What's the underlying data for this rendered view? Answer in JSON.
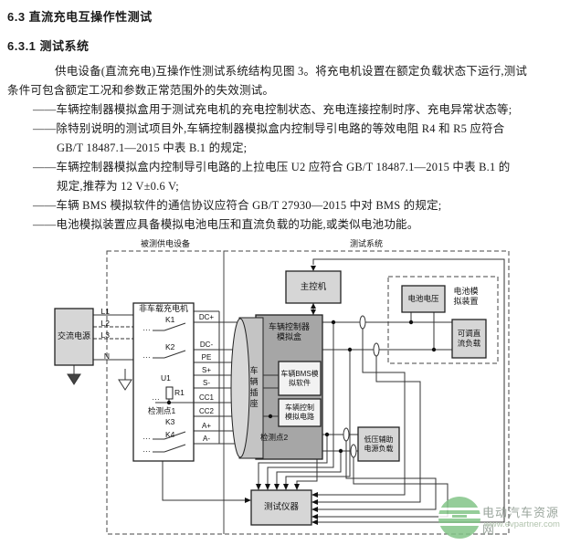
{
  "document": {
    "heading1": "6.3  直流充电互操作性测试",
    "heading2": "6.3.1  测试系统",
    "body_lines": [
      "供电设备(直流充电)互操作性测试系统结构见图 3。将充电机设置在额定负载状态下运行,测试",
      "条件可包含额定工况和参数正常范围外的失效测试。",
      "——车辆控制器模拟盒用于测试充电机的充电控制状态、充电连接控制时序、充电异常状态等;",
      "——除特别说明的测试项目外,车辆控制器模拟盒内控制导引电路的等效电阻 R4 和 R5 应符合",
      "GB/T 18487.1—2015 中表 B.1 的规定;",
      "——车辆控制器模拟盒内控制导引电路的上拉电压 U2 应符合 GB/T 18487.1—2015 中表 B.1 的",
      "规定,推荐为 12 V±0.6 V;",
      "——车辆 BMS 模拟软件的通信协议应符合 GB/T 27930—2015 中对 BMS 的规定;",
      "——电池模拟装置应具备模拟电池电压和直流负载的功能,或类似电池功能。"
    ]
  },
  "diagram": {
    "dut_label": "被测供电设备",
    "test_system_label": "测试系统",
    "ac_source": "交流电源",
    "ac_lines": [
      "L1",
      "L2",
      "L3",
      "N"
    ],
    "charger_title": "非车载充电机",
    "switches": [
      "K1",
      "K2",
      "K3",
      "K4"
    ],
    "u1": "U1",
    "r1": "R1",
    "checkpoint1": "检测点1",
    "checkpoint2": "检测点2",
    "dots_char": "…",
    "pins": [
      "DC+",
      "DC-",
      "PE",
      "S+",
      "S-",
      "CC1",
      "CC2",
      "A+",
      "A-"
    ],
    "socket": "车辆插座",
    "main_controller": "主控机",
    "vcu_title": "车辆控制器模拟盒",
    "bms_software": "车辆BMS模拟软件",
    "control_circuit": "车辆控制模拟电路",
    "battery_sim_label": "电池模拟装置",
    "battery_voltage": "电池电压",
    "dc_load": "可调直流负载",
    "aux_load": "低压辅助电源负载",
    "instrument": "测试仪器",
    "colors": {
      "box_fill": "#d6d6d6",
      "dark_box_fill": "#a6a6a6",
      "wire": "#333333",
      "watermark_green": "#83c588"
    }
  },
  "watermark": {
    "site": "电动汽车资源网",
    "url": "www.evpartner.com"
  }
}
